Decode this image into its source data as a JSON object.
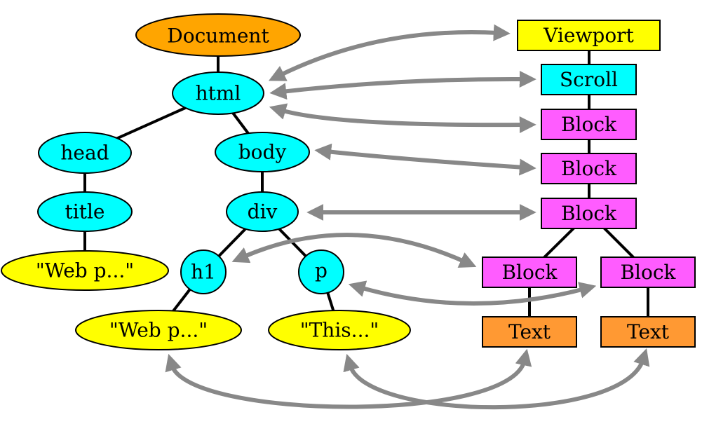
{
  "dom_tree": {
    "document": "Document",
    "html": "html",
    "head": "head",
    "title": "title",
    "title_text": "\"Web p...\"",
    "body": "body",
    "div": "div",
    "h1": "h1",
    "p": "p",
    "h1_text": "\"Web p...\"",
    "p_text": "\"This...\""
  },
  "layout_tree": {
    "viewport": "Viewport",
    "scroll": "Scroll",
    "block_html": "Block",
    "block_body": "Block",
    "block_div": "Block",
    "block_h1": "Block",
    "block_p": "Block",
    "text_h1": "Text",
    "text_p": "Text"
  },
  "colors": {
    "document": "#FFA500",
    "element": "#00FFFF",
    "text_node": "#FFFF00",
    "viewport": "#FFFF00",
    "scroll": "#00FFFF",
    "block": "#FF5CFF",
    "text_box": "#FF9933",
    "arrow": "#888888",
    "edge": "#000000"
  }
}
